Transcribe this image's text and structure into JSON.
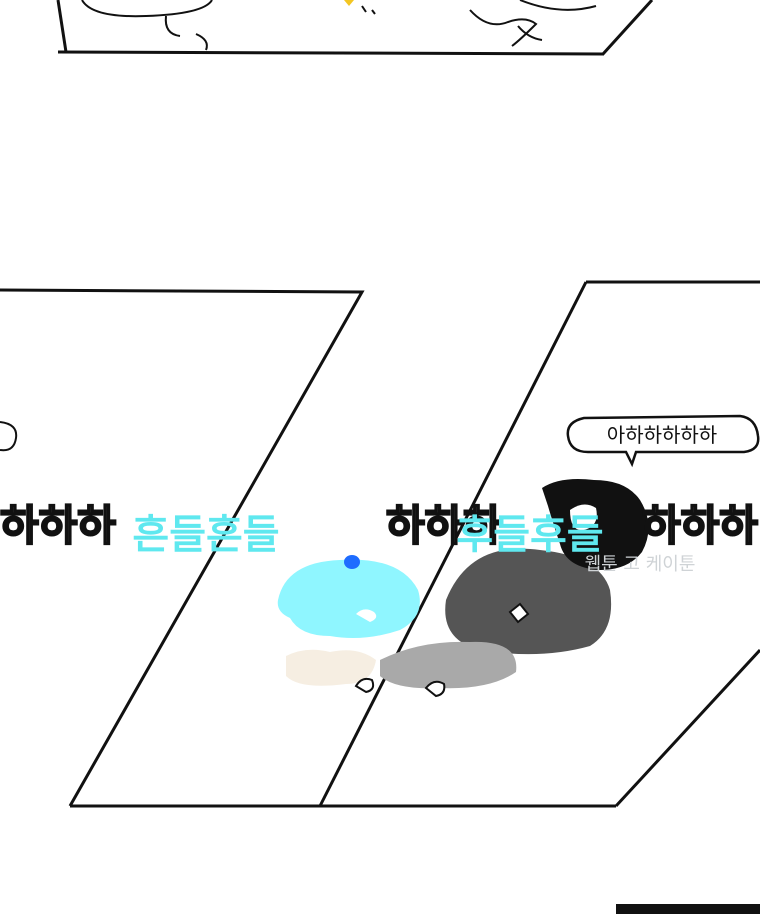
{
  "comic": {
    "speech_bubble": {
      "text": "아하하하하하"
    },
    "laugh_sfx_left": {
      "text": "하하하"
    },
    "laugh_sfx_center": {
      "text": "하하하"
    },
    "laugh_sfx_right": {
      "text": "하하하"
    },
    "cyan_sfx_left": {
      "text": "흔들흔들"
    },
    "cyan_sfx_right": {
      "text": "후들후들"
    },
    "watermark": {
      "text": "웹툰 고 케이툰"
    }
  },
  "colors": {
    "ink": "#111111",
    "dark_gray": "#555555",
    "light_gray": "#a9a9a9",
    "cyan": "#8ff6ff",
    "sfx_cyan": "#5fe8ef",
    "blue": "#1e6cff",
    "skin": "#f6eee2",
    "yellow": "#f3c623"
  }
}
